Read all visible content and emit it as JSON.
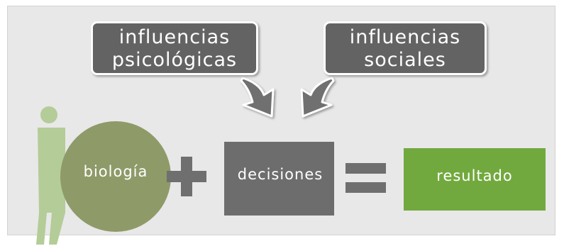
{
  "bubbles": {
    "psicologicas": {
      "line1": "influencias",
      "line2": "psicológicas"
    },
    "sociales": {
      "line1": "influencias",
      "line2": "sociales"
    }
  },
  "nodes": {
    "biologia": "biología",
    "decisiones": "decisiones",
    "resultado": "resultado"
  },
  "operators": {
    "plus": "+",
    "equals": "="
  },
  "colors": {
    "panel_bg": "#e8e8e8",
    "bubble": "#636363",
    "arrow": "#6f6f6f",
    "figure": "#b4cc98",
    "circle": "#8e9a68",
    "operator": "#6f6f6f",
    "decisiones_box": "#6d6d6d",
    "resultado_box": "#72a93e"
  }
}
